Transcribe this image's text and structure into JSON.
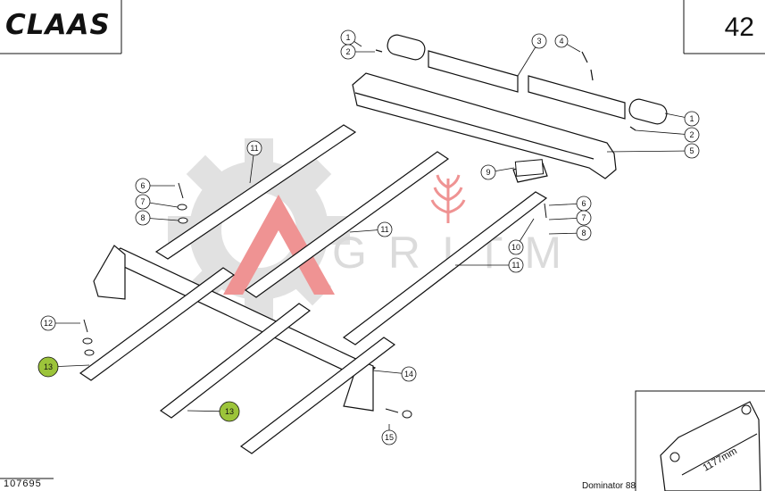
{
  "header": {
    "brand": "CLAAS",
    "page_number": "42"
  },
  "footer": {
    "doc_number": "107695",
    "model": "Dominator 88"
  },
  "watermark": {
    "text": "GRITM",
    "accent_color": "#e23b3b",
    "gear_color": "#c9c9c9"
  },
  "detail": {
    "dimension": "1177mm"
  },
  "callouts": [
    "1",
    "2",
    "3",
    "4",
    "1",
    "2",
    "5",
    "11",
    "9",
    "6",
    "7",
    "8",
    "11",
    "6",
    "7",
    "8",
    "10",
    "11",
    "12",
    "13",
    "14",
    "13",
    "15"
  ],
  "highlight_color": "#9cc43a"
}
